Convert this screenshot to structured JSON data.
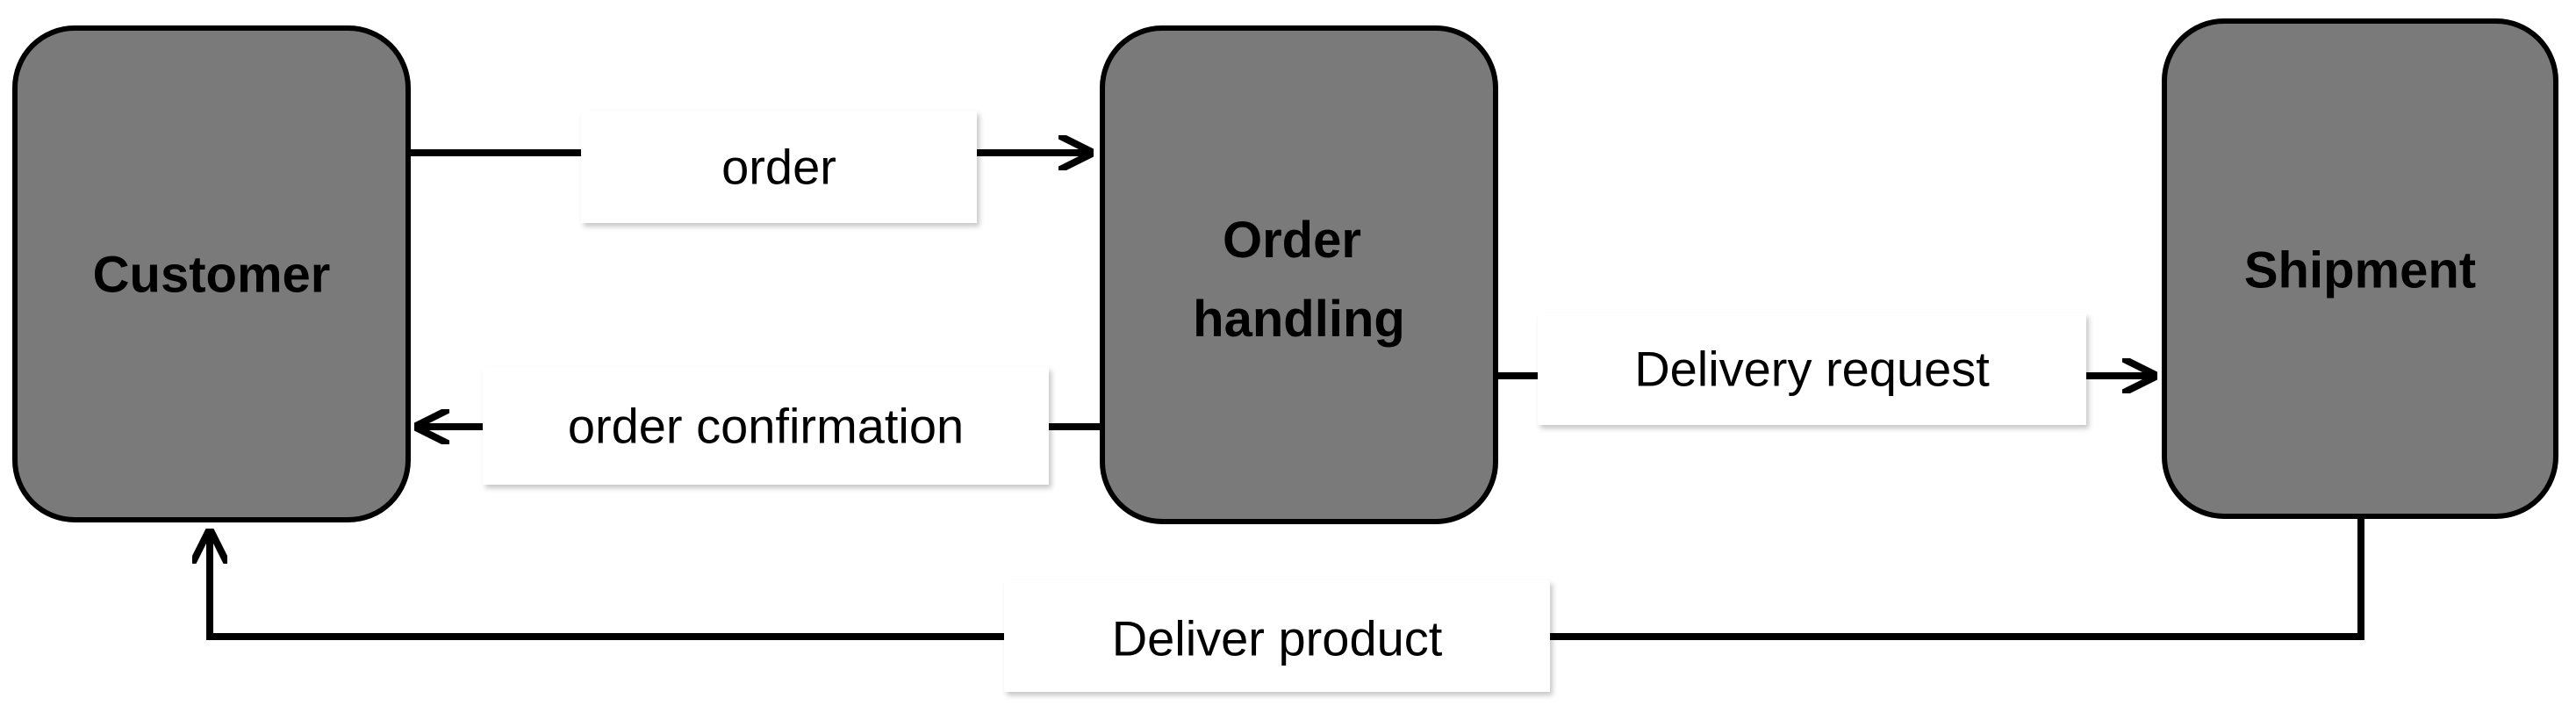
{
  "diagram": {
    "nodes": {
      "customer": {
        "label": "Customer"
      },
      "order_handling": {
        "line1": "Order",
        "line2": "handling"
      },
      "shipment": {
        "label": "Shipment"
      }
    },
    "edges": {
      "order": {
        "label": "order"
      },
      "order_confirmation": {
        "label": "order confirmation"
      },
      "delivery_request": {
        "label": "Delivery request"
      },
      "deliver_product": {
        "label": "Deliver product"
      }
    }
  },
  "colors": {
    "node_fill": "#7a7a7a",
    "node_border": "#000000",
    "label_box_fill": "#ffffff",
    "line": "#000000"
  }
}
